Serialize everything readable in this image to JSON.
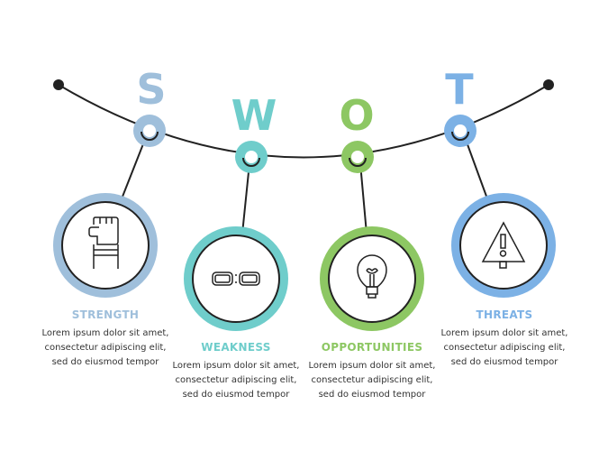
{
  "colors": {
    "strength": "#9fbfdb",
    "weakness": "#6fcdcb",
    "opportunities": "#8dc763",
    "threats": "#7cb1e5",
    "line": "#222222"
  },
  "items": [
    {
      "letter": "S",
      "title": "STRENGTH",
      "icon": "fist-icon",
      "lines": [
        "Lorem ipsum dolor sit amet,",
        "consectetur  adipiscing  elit,",
        "sed do eiusmod tempor"
      ]
    },
    {
      "letter": "W",
      "title": "WEAKNESS",
      "icon": "broken-chain-icon",
      "lines": [
        "Lorem ipsum dolor sit amet,",
        "consectetur  adipiscing  elit,",
        "sed do eiusmod tempor"
      ]
    },
    {
      "letter": "O",
      "title": "OPPORTUNITIES",
      "icon": "lightbulb-icon",
      "lines": [
        "Lorem ipsum dolor sit amet,",
        "consectetur  adipiscing  elit,",
        "sed do eiusmod tempor"
      ]
    },
    {
      "letter": "T",
      "title": "THREATS",
      "icon": "warning-icon",
      "lines": [
        "Lorem ipsum dolor sit amet,",
        "consectetur  adipiscing  elit,",
        "sed do eiusmod tempor"
      ]
    }
  ]
}
